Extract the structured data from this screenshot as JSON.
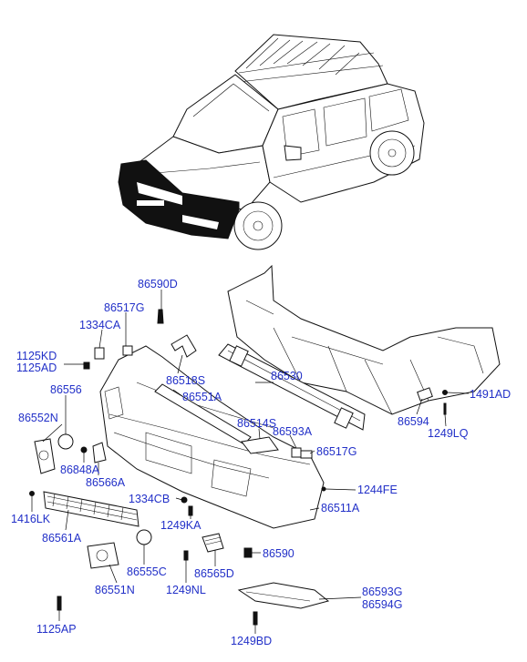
{
  "diagram": {
    "labels": {
      "p86590D": "86590D",
      "p86517G_a": "86517G",
      "p1334CA": "1334CA",
      "p1125KD": "1125KD",
      "p1125AD": "1125AD",
      "p86518S": "86518S",
      "p86530": "86530",
      "p86551A": "86551A",
      "p86556": "86556",
      "p86552N": "86552N",
      "p1491AD": "1491AD",
      "p86594": "86594",
      "p1249LQ": "1249LQ",
      "p86514S": "86514S",
      "p86593A": "86593A",
      "p86517G_b": "86517G",
      "p86848A": "86848A",
      "p86566A": "86566A",
      "p1244FE": "1244FE",
      "p1334CB": "1334CB",
      "p86511A": "86511A",
      "p1416LK": "1416LK",
      "p1249KA": "1249KA",
      "p86561A": "86561A",
      "p86590": "86590",
      "p86555C": "86555C",
      "p86565D": "86565D",
      "p1249NL": "1249NL",
      "p86551N": "86551N",
      "p86593G": "86593G",
      "p86594G": "86594G",
      "p1125AP": "1125AP",
      "p1249BD": "1249BD"
    },
    "colors": {
      "label": "#2230c8",
      "line": "#000000",
      "bumper_highlight": "#000000"
    }
  }
}
